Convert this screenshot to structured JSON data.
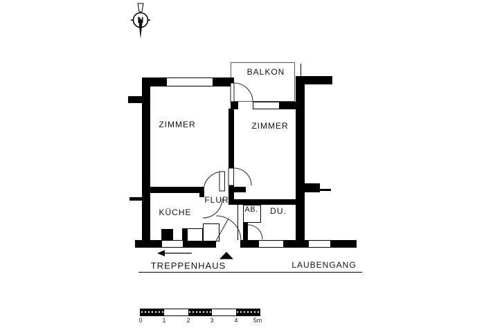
{
  "compass": {
    "label": "N"
  },
  "rooms": {
    "balkon": {
      "label": "BALKON"
    },
    "zimmer_left": {
      "label": "ZIMMER"
    },
    "zimmer_right": {
      "label": "ZIMMER"
    },
    "kueche": {
      "label": "KÜCHE"
    },
    "flur": {
      "label": "FLUR"
    },
    "ab": {
      "label": "AB."
    },
    "du": {
      "label": "DU."
    }
  },
  "annotations": {
    "treppenhaus": {
      "label": "TREPPENHAUS"
    },
    "laubengang": {
      "label": "LAUBENGANG"
    }
  },
  "scale_bar": {
    "tick_labels": [
      "0",
      "1",
      "2",
      "3",
      "4",
      "5m"
    ],
    "segments": 5
  },
  "colors": {
    "wall": "#000000",
    "background": "#ffffff",
    "text": "#111111",
    "door_arc": "#333333"
  }
}
